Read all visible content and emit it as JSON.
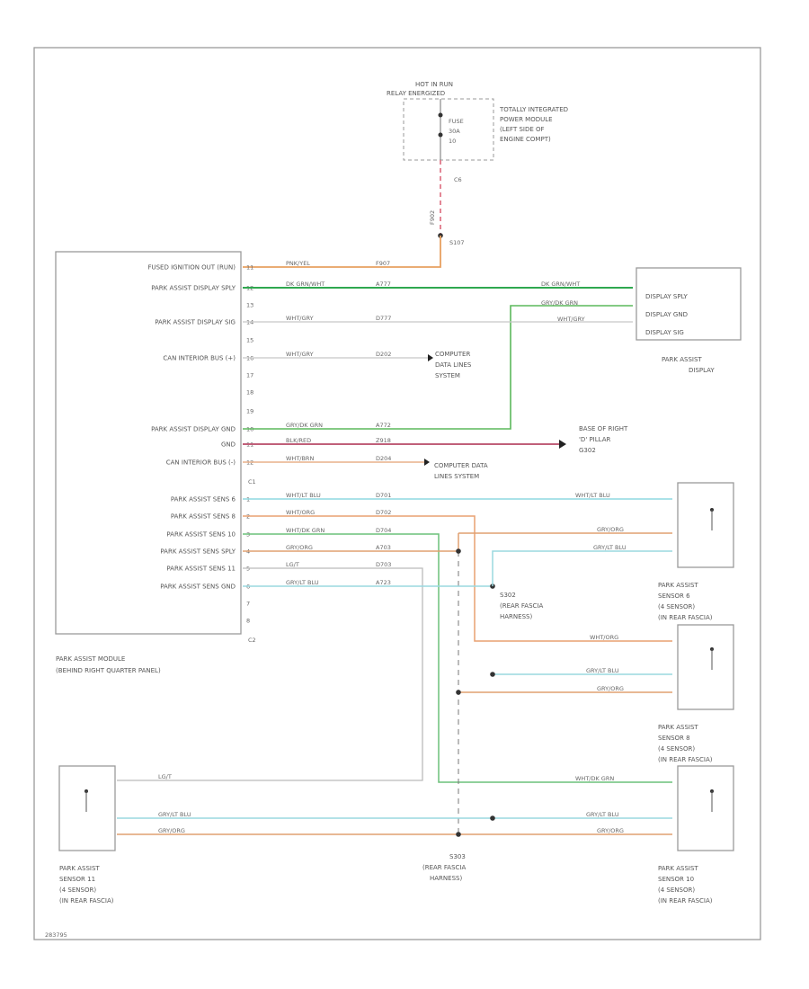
{
  "power": {
    "hot": "HOT IN RUN",
    "hot2": "RELAY ENERGIZED",
    "tipm": [
      "TOTALLY INTEGRATED",
      "POWER MODULE",
      "(LEFT SIDE OF",
      "ENGINE COMPT)"
    ],
    "fuse": [
      "FUSE",
      "30A",
      "10"
    ],
    "pin": "C6",
    "wire_vertical": "F902",
    "splice": "S107"
  },
  "module": {
    "pins_c1": [
      {
        "pin": "11",
        "label": "FUSED IGNITION OUT (RUN)",
        "color": "PNK/YEL",
        "code": "F907",
        "wire": "#e8a060"
      },
      {
        "pin": "12",
        "label": "PARK ASSIST DISPLAY SPLY",
        "color": "DK GRN/WHT",
        "code": "A777",
        "wire": "#2fa84f"
      },
      {
        "pin": "13",
        "label": "",
        "color": "",
        "code": ""
      },
      {
        "pin": "14",
        "label": "PARK ASSIST DISPLAY SIG",
        "color": "WHT/GRY",
        "code": "D777",
        "wire": "#c8c8c8"
      },
      {
        "pin": "15",
        "label": "",
        "color": "",
        "code": ""
      },
      {
        "pin": "16",
        "label": "CAN INTERIOR BUS (+)",
        "color": "WHT/GRY",
        "code": "D202",
        "wire": "#c8c8c8"
      },
      {
        "pin": "17",
        "label": "",
        "color": "",
        "code": ""
      },
      {
        "pin": "18",
        "label": "",
        "color": "",
        "code": ""
      },
      {
        "pin": "19",
        "label": "",
        "color": "",
        "code": ""
      },
      {
        "pin": "10",
        "label": "PARK ASSIST DISPLAY GND",
        "color": "GRY/DK GRN",
        "code": "A772",
        "wire": "#5cb85c"
      },
      {
        "pin": "11",
        "label": "GND",
        "color": "BLK/RED",
        "code": "Z918",
        "wire": "#c0607a"
      },
      {
        "pin": "12",
        "label": "CAN INTERIOR BUS (-)",
        "color": "WHT/BRN",
        "code": "D204",
        "wire": "#e9b08a"
      }
    ],
    "c1": "C1",
    "pins_c2": [
      {
        "pin": "1",
        "label": "PARK ASSIST SENS 6",
        "color": "WHT/LT BLU",
        "code": "D701",
        "wire": "#8fd9e0"
      },
      {
        "pin": "2",
        "label": "PARK ASSIST SENS 8",
        "color": "WHT/ORG",
        "code": "D702",
        "wire": "#e9a070"
      },
      {
        "pin": "3",
        "label": "PARK ASSIST SENS 10",
        "color": "WHT/DK GRN",
        "code": "D704",
        "wire": "#6cc07a"
      },
      {
        "pin": "4",
        "label": "PARK ASSIST SENS SPLY",
        "color": "GRY/ORG",
        "code": "A703",
        "wire": "#e0a070"
      },
      {
        "pin": "5",
        "label": "PARK ASSIST SENS 11",
        "color": "LG/T",
        "code": "D703",
        "wire": "#bbbbbb"
      },
      {
        "pin": "6",
        "label": "PARK ASSIST SENS GND",
        "color": "GRY/LT BLU",
        "code": "A723",
        "wire": "#9ad8df"
      },
      {
        "pin": "7",
        "label": "",
        "color": "",
        "code": ""
      },
      {
        "pin": "8",
        "label": "",
        "color": "",
        "code": ""
      }
    ],
    "c2": "C2",
    "name": [
      "PARK ASSIST MODULE",
      "(BEHIND RIGHT QUARTER PANEL)"
    ]
  },
  "display": {
    "pins": [
      "DISPLAY SPLY",
      "DISPLAY GND",
      "DISPLAY SIG"
    ],
    "wire_labels": [
      "DK GRN/WHT",
      "GRY/DK GRN",
      "WHT/GRY"
    ],
    "name": [
      "PARK ASSIST",
      "DISPLAY"
    ]
  },
  "computer1": [
    "COMPUTER",
    "DATA LINES",
    "SYSTEM"
  ],
  "computer2": [
    "COMPUTER DATA",
    "LINES SYSTEM"
  ],
  "ground": [
    "BASE OF RIGHT",
    "'D' PILLAR",
    "G302"
  ],
  "splice_s302": [
    "S302",
    "(REAR FASCIA",
    "HARNESS)"
  ],
  "splice_s303": [
    "S303",
    "(REAR FASCIA",
    "HARNESS)"
  ],
  "sensor6": {
    "wires": [
      "WHT/LT BLU",
      "GRY/ORG",
      "GRY/LT BLU"
    ],
    "name": [
      "PARK ASSIST",
      "SENSOR 6",
      "(4 SENSOR)",
      "(IN REAR FASCIA)"
    ]
  },
  "sensor8": {
    "wires": [
      "WHT/ORG",
      "GRY/LT BLU",
      "GRY/ORG"
    ],
    "name": [
      "PARK ASSIST",
      "SENSOR 8",
      "(4 SENSOR)",
      "(IN REAR FASCIA)"
    ]
  },
  "sensor10": {
    "wires": [
      "WHT/DK GRN",
      "GRY/LT BLU",
      "GRY/ORG"
    ],
    "name": [
      "PARK ASSIST",
      "SENSOR 10",
      "(4 SENSOR)",
      "(IN REAR FASCIA)"
    ]
  },
  "sensor11": {
    "wires": [
      "LG/T",
      "GRY/LT BLU",
      "GRY/ORG"
    ],
    "name": [
      "PARK ASSIST",
      "SENSOR 11",
      "(4 SENSOR)",
      "(IN REAR FASCIA)"
    ]
  },
  "footer_id": "283795"
}
